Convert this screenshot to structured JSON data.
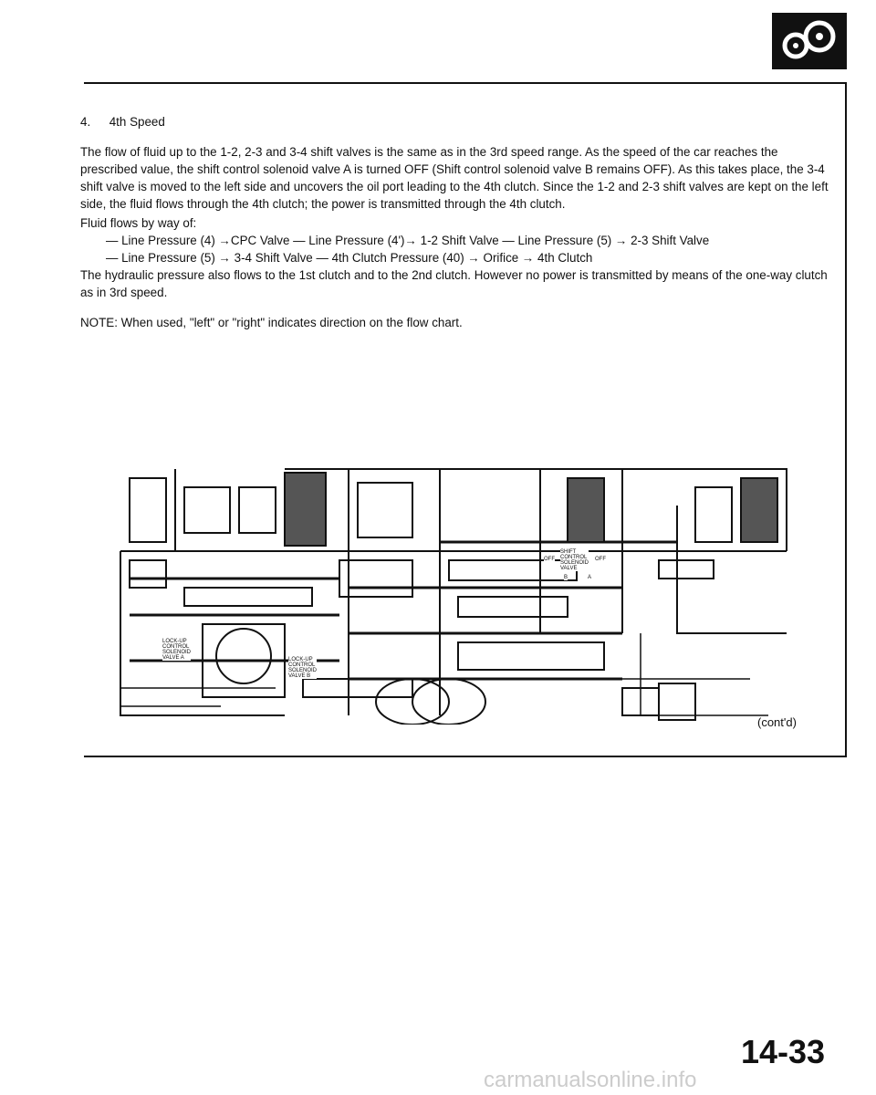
{
  "section": {
    "number": "4.",
    "title": "4th Speed"
  },
  "body": {
    "para1": "The flow of fluid up to the 1-2, 2-3 and 3-4 shift valves is the same as in the 3rd speed range. As the speed of the car reaches the prescribed value, the shift control solenoid valve A is turned OFF (Shift control solenoid valve B remains OFF). As this takes place, the 3-4 shift valve is moved to the left side and uncovers the oil port leading to the 4th clutch. Since the 1-2 and 2-3 shift valves are kept on the left side, the fluid flows through the 4th clutch; the power is transmitted through the 4th clutch.",
    "fluid_intro": "Fluid flows by way of:",
    "flow1": "— Line Pressure (4) →CPC Valve — Line Pressure (4')→ 1-2 Shift Valve — Line Pressure (5) → 2-3 Shift Valve",
    "flow2": "— Line Pressure (5) → 3-4 Shift Valve — 4th Clutch Pressure (40) → Orifice → 4th Clutch",
    "para2": "The hydraulic pressure also flows to the 1st clutch and to the 2nd clutch. However no power is transmitted by means of the one-way clutch as in 3rd speed.",
    "note": "NOTE: When used, \"left\" or \"right\" indicates direction on the flow chart."
  },
  "diagram_labels": {
    "lockup_a": [
      "LOCK-UP",
      "CONTROL",
      "SOLENOID",
      "VALVE A"
    ],
    "lockup_b": [
      "LOCK-UP",
      "CONTROL",
      "SOLENOID",
      "VALVE B"
    ],
    "shift": [
      "SHIFT",
      "CONTROL",
      "SOLENOID",
      "VALVE"
    ],
    "off_left": "OFF",
    "off_right": "OFF",
    "b": "B",
    "a": "A"
  },
  "contd": "(cont'd)",
  "page_number": "14-33",
  "watermark": "carmanualsonline.info"
}
